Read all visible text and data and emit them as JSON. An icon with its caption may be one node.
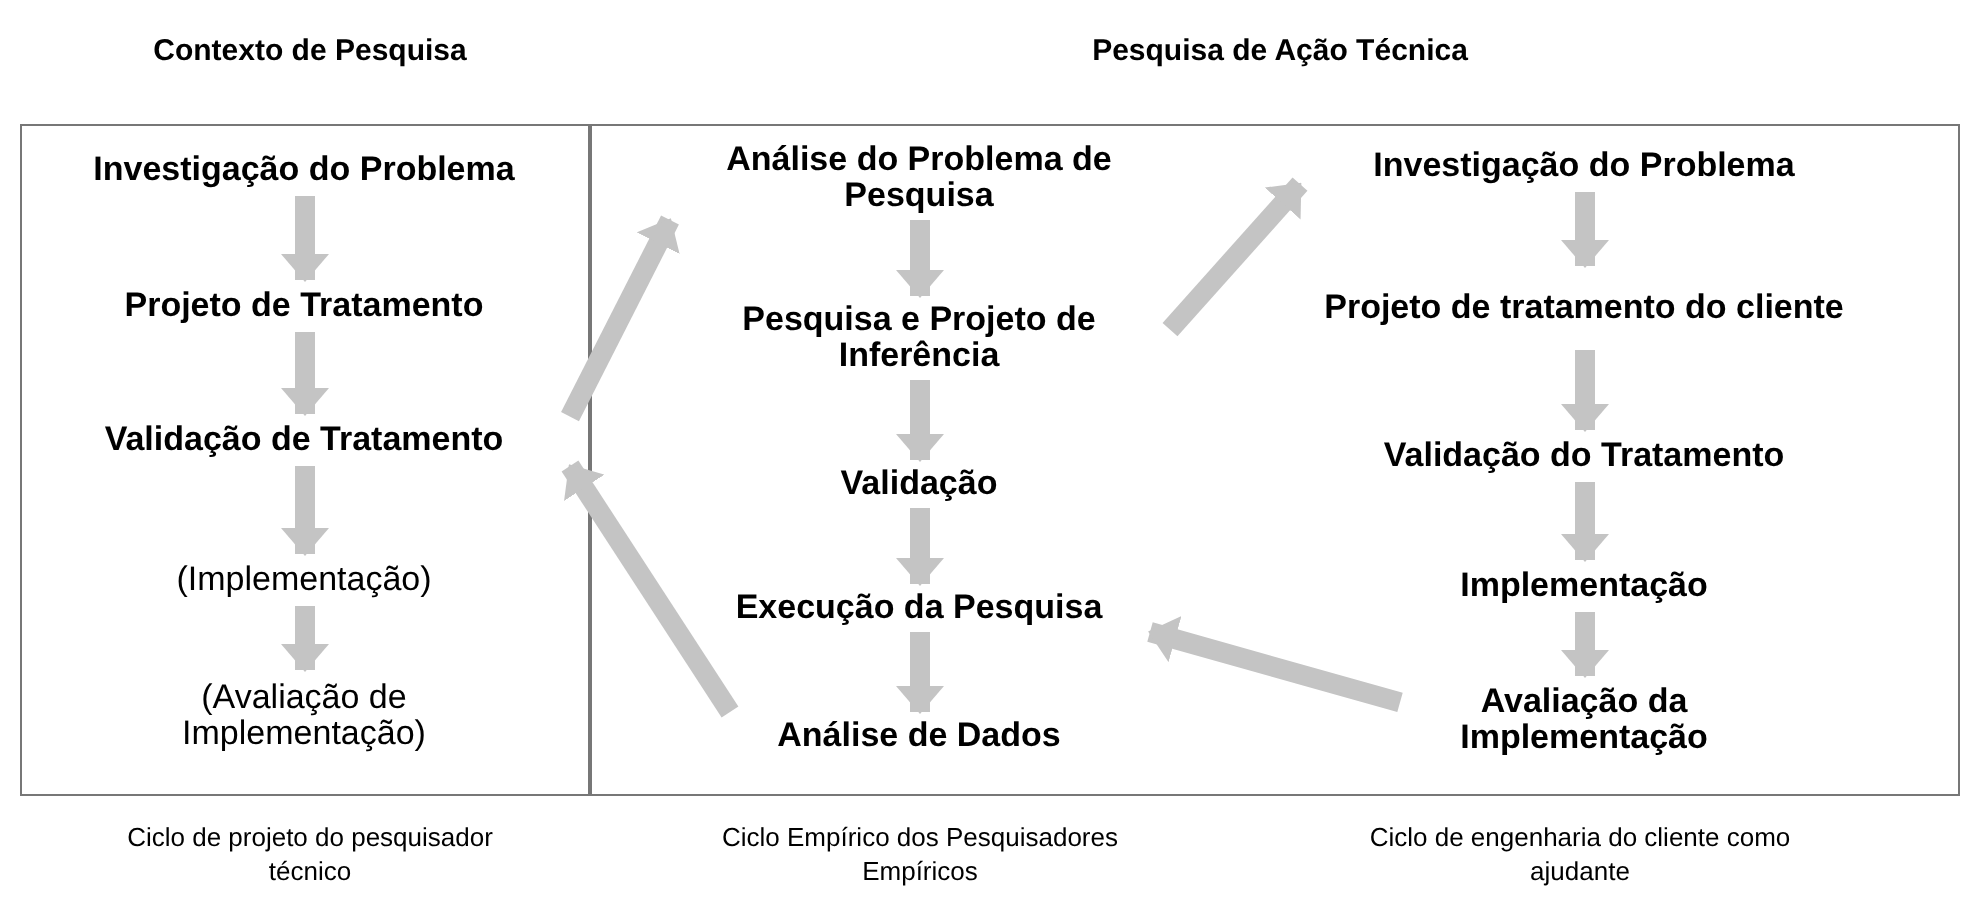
{
  "diagram": {
    "nodes": [
      {
        "text": [],
        "shape": "box"
      },
      {
        "text": [
          "Investigação do Problema"
        ],
        "in": 0
      },
      {
        "text": [
          "Projeto de Tratamento"
        ],
        "in": 0
      },
      {
        "text": [
          "Validação de Tratamento"
        ],
        "in": 0
      },
      {
        "text": [
          "(Implementação)"
        ],
        "in": 0
      },
      {
        "text": [
          "(Avaliação de Implementação)"
        ],
        "in": 0
      },
      {
        "text": [],
        "shape": "box"
      },
      {
        "text": [
          "Análise do Problema de Pesquisa"
        ],
        "in": 6
      },
      {
        "text": [
          "Pesquisa e Projeto de Inferência"
        ],
        "in": 6
      },
      {
        "text": [
          "Validação"
        ],
        "in": 6
      },
      {
        "text": [
          "Execução da Pesquisa"
        ],
        "in": 6
      },
      {
        "text": [
          "Análise de Dados"
        ],
        "in": 6
      },
      {
        "text": [
          "Investigação do Problema"
        ],
        "in": 6
      },
      {
        "text": [
          "Projeto de tratamento do cliente"
        ],
        "in": 6
      },
      {
        "text": [
          "Validação do Tratamento"
        ],
        "in": 6
      },
      {
        "text": [
          "Implementação"
        ],
        "in": 6
      },
      {
        "text": [
          "Avaliação da Implementação"
        ],
        "in": 6
      }
    ],
    "edges": [
      {
        "from": 1,
        "to": 2,
        "arrow": "to"
      },
      {
        "from": 2,
        "to": 3,
        "arrow": "to"
      },
      {
        "from": 3,
        "to": 4,
        "arrow": "to"
      },
      {
        "from": 4,
        "to": 5,
        "arrow": "to"
      },
      {
        "from": 3,
        "to": 7,
        "arrow": "to"
      },
      {
        "from": 7,
        "to": 8,
        "arrow": "to"
      },
      {
        "from": 8,
        "to": 9,
        "arrow": "to"
      },
      {
        "from": 9,
        "to": 10,
        "arrow": "to"
      },
      {
        "from": 10,
        "to": 11,
        "arrow": "to"
      },
      {
        "from": 11,
        "to": 3,
        "arrow": "to"
      },
      {
        "from": 8,
        "to": 12,
        "arrow": "to"
      },
      {
        "from": 12,
        "to": 13,
        "arrow": "to"
      },
      {
        "from": 13,
        "to": 14,
        "arrow": "to"
      },
      {
        "from": 14,
        "to": 15,
        "arrow": "to"
      },
      {
        "from": 15,
        "to": 16,
        "arrow": "to"
      },
      {
        "from": 16,
        "to": 10,
        "arrow": "to"
      }
    ],
    "labels": [
      "Contexto de Pesquisa",
      "Pesquisa de Ação Técnica",
      "Ciclo de projeto do pesquisador técnico",
      "Ciclo Empírico dos Pesquisadores Empíricos",
      "Ciclo de engenharia do cliente como ajudante"
    ]
  }
}
